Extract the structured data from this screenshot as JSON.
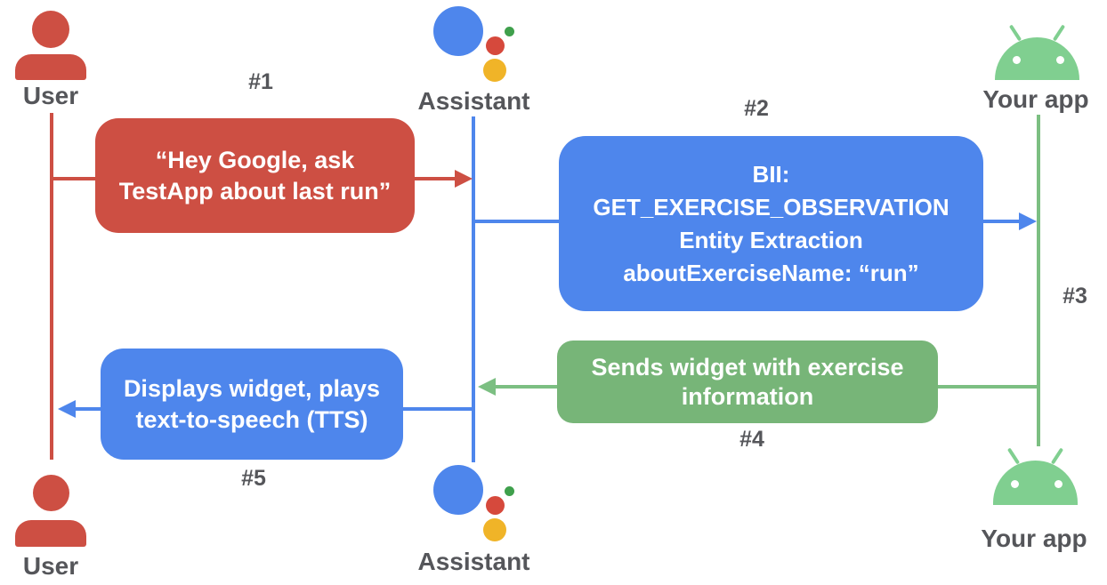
{
  "colors": {
    "red": "#CD4F43",
    "blue": "#4E86EC",
    "green": "#77B578",
    "green_line": "#7CBF82",
    "android_green": "#80CF90",
    "label_gray": "#55565A",
    "logo_red": "#D6493C",
    "logo_yellow": "#F0B428",
    "logo_green": "#3FA04C"
  },
  "actors": {
    "user_top": "User",
    "assistant_top": "Assistant",
    "app_top": "Your app",
    "user_bottom": "User",
    "assistant_bottom": "Assistant",
    "app_bottom": "Your app"
  },
  "step_labels": {
    "s1": "#1",
    "s2": "#2",
    "s3": "#3",
    "s4": "#4",
    "s5": "#5"
  },
  "messages": {
    "m1": {
      "line1": "“Hey Google, ask",
      "line2": "TestApp about last run”"
    },
    "m2": {
      "line1": "BII:",
      "line2": "GET_EXERCISE_OBSERVATION",
      "line3": "Entity Extraction",
      "line4": "aboutExerciseName: “run”"
    },
    "m4": {
      "line1": "Sends widget with exercise",
      "line2": "information"
    },
    "m5": {
      "line1": "Displays widget, plays",
      "line2": "text-to-speech (TTS)"
    }
  },
  "icons": {
    "user": "person-icon",
    "assistant": "google-assistant-logo-icon",
    "app": "android-robot-icon"
  }
}
